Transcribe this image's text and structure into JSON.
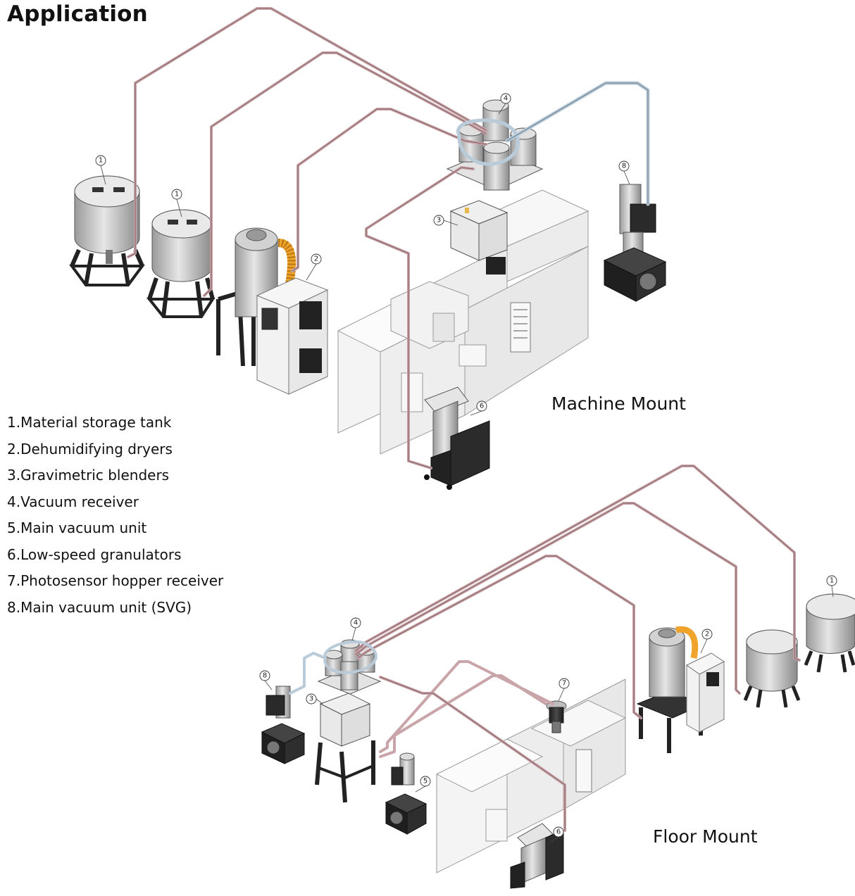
{
  "title": "Application",
  "legend": [
    "1.Material storage tank",
    "2.Dehumidifying dryers",
    "3.Gravimetric blenders",
    "4.Vacuum receiver",
    "5.Main vacuum unit",
    "6.Low-speed granulators",
    "7.Photosensor hopper receiver",
    "8.Main vacuum unit (SVG)"
  ],
  "sections": {
    "machine_mount": "Machine Mount",
    "floor_mount": "Floor Mount"
  },
  "callouts": {
    "c1": "1",
    "c2": "2",
    "c3": "3",
    "c4": "4",
    "c5": "5",
    "c6": "6",
    "c7": "7",
    "c8": "8"
  },
  "colors": {
    "material_pipe": "#c9a4a8",
    "vacuum_pipe": "#b9cbd9",
    "flex_hose": "#f0a32a",
    "machine_body": "#f3f3f3",
    "steel": "#cfcfcf",
    "frame": "#2b2b2b"
  }
}
